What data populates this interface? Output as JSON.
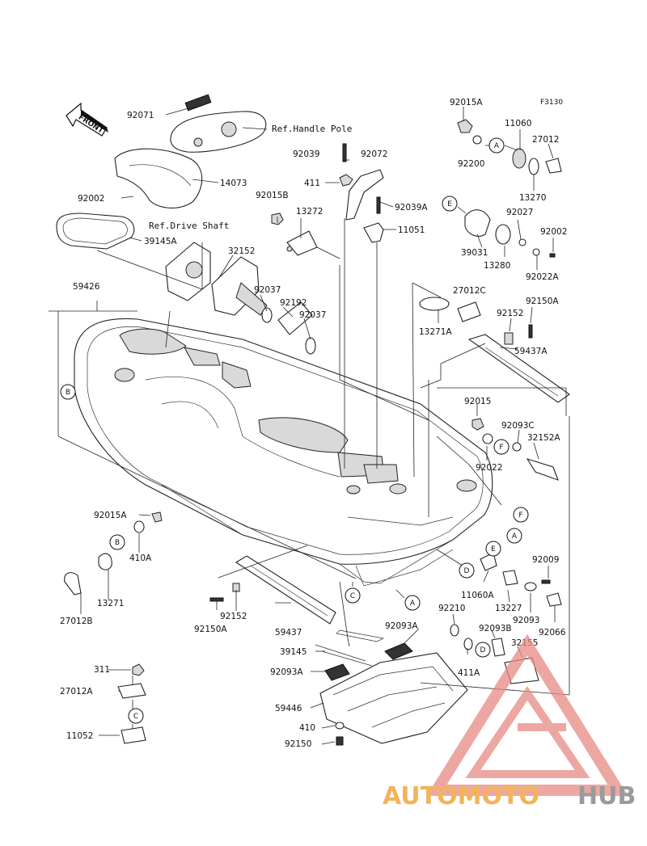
{
  "diagram_code": "F3130",
  "front_label": "FRONT",
  "refs": {
    "handle_pole": "Ref.Handle Pole",
    "drive_shaft": "Ref.Drive Shaft"
  },
  "parts": {
    "p92071": "92071",
    "p14073": "14073",
    "p92002a": "92002",
    "p39145A": "39145A",
    "p59426": "59426",
    "p32152a": "32152",
    "p92037a": "92037",
    "p92192": "92192",
    "p92037b": "92037",
    "p92015B": "92015B",
    "p13272": "13272",
    "p92039": "92039",
    "p92072": "92072",
    "p411": "411",
    "p92039A": "92039A",
    "p11051": "11051",
    "p92015A_top": "92015A",
    "p11060": "11060",
    "p27012": "27012",
    "p92200": "92200",
    "p13270": "13270",
    "p92027": "92027",
    "p92002b": "92002",
    "p39031": "39031",
    "p13280": "13280",
    "p92022A": "92022A",
    "p27012C": "27012C",
    "p13271A": "13271A",
    "p92152a": "92152",
    "p92150A_top": "92150A",
    "p59437A": "59437A",
    "p92015": "92015",
    "p92093C": "92093C",
    "p32152A": "32152A",
    "p92022": "92022",
    "p92015A_left": "92015A",
    "p410A": "410A",
    "p13271": "13271",
    "p27012B": "27012B",
    "p92152b": "92152",
    "p92150A_left": "92150A",
    "p59437": "59437",
    "p92009": "92009",
    "p11060A": "11060A",
    "p13227": "13227",
    "p92093": "92093",
    "p92066": "92066",
    "p92210": "92210",
    "p92093B": "92093B",
    "p32155": "32155",
    "p411A": "411A",
    "p92093A_top": "92093A",
    "p39145": "39145",
    "p92093A_left": "92093A",
    "p59446": "59446",
    "p410": "410",
    "p92150": "92150",
    "p311": "311",
    "p27012A": "27012A",
    "p11052": "11052"
  },
  "callouts": {
    "A": "A",
    "B": "B",
    "C": "C",
    "D": "D",
    "E": "E",
    "F": "F"
  },
  "watermark": {
    "auto": "AUTOMOTO",
    "hub": "HUB",
    "colors": {
      "auto": "#f2b45a",
      "hub": "#9a9a9a",
      "triangle": "#e88a85"
    }
  }
}
